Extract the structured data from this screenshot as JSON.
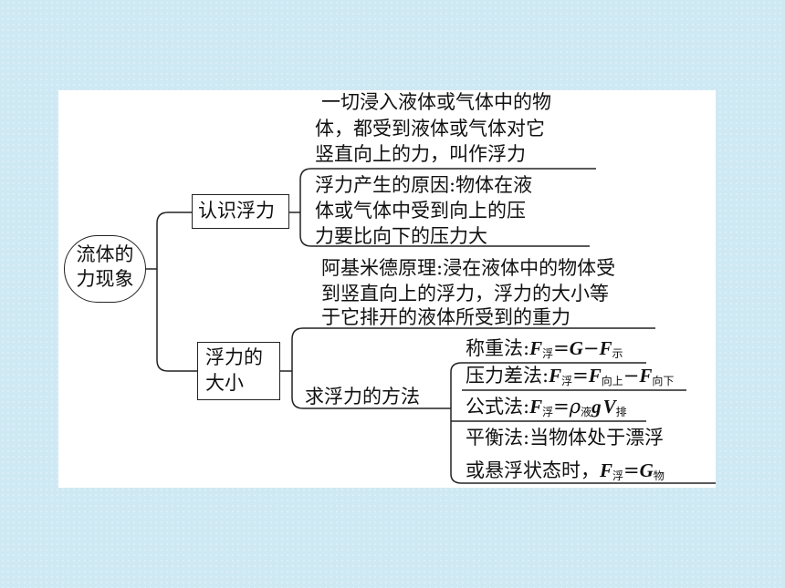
{
  "root": {
    "label_line1": "流体的",
    "label_line2": "力现象"
  },
  "branch1": {
    "label": "认识浮力",
    "item1": [
      "一切浸入液体或气体中的物",
      "体，都受到液体或气体对它",
      "竖直向上的力，叫作浮力"
    ],
    "item2": [
      "浮力产生的原因:物体在液",
      "体或气体中受到向上的压",
      "力要比向下的压力大"
    ]
  },
  "branch2": {
    "label_line1": "浮力的",
    "label_line2": "大小",
    "principle": [
      "阿基米德原理:浸在液体中的物体受",
      "到竖直向上的浮力，浮力的大小等",
      "于它排开的液体所受到的重力"
    ],
    "methods_label": "求浮力的方法",
    "methods": {
      "weighing": {
        "prefix": "称重法:",
        "F": "F",
        "sub_float": "浮",
        "eq": "=",
        "G": "G",
        "minus": "−",
        "F2": "F",
        "sub_show": "示"
      },
      "pressure": {
        "prefix": "压力差法:",
        "F": "F",
        "sub_float": "浮",
        "eq": "=",
        "F_up": "F",
        "sub_up": "向上",
        "minus": "−",
        "F_down": "F",
        "sub_down": "向下"
      },
      "formula": {
        "prefix": "公式法:",
        "F": "F",
        "sub_float": "浮",
        "eq": "=",
        "rho": "ρ",
        "sub_liquid": "液",
        "g": "g",
        "V": "V",
        "sub_displaced": "排"
      },
      "balance": {
        "line1": "平衡法:当物体处于漂浮",
        "line2_prefix": "或悬浮状态时，",
        "F": "F",
        "sub_float": "浮",
        "eq": "=",
        "G": "G",
        "sub_object": "物"
      }
    }
  }
}
